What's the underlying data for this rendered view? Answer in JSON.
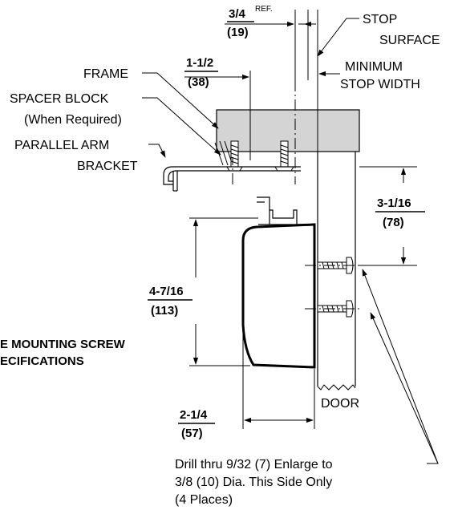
{
  "labels": {
    "dim_ref_value": "3/4",
    "dim_ref_suffix": "REF.",
    "dim_ref_mm": "(19)",
    "stop_surface_1": "STOP",
    "stop_surface_2": "SURFACE",
    "min_stop_1": "MINIMUM",
    "min_stop_2": "STOP WIDTH",
    "frame": "FRAME",
    "dim_1_1_2": "1-1/2",
    "dim_1_1_2_mm": "(38)",
    "spacer_1": "SPACER BLOCK",
    "spacer_2": "(When Required)",
    "pa_bracket_1": "PARALLEL ARM",
    "pa_bracket_2": "BRACKET",
    "dim_3_1_16": "3-1/16",
    "dim_3_1_16_mm": "(78)",
    "dim_4_7_16": "4-7/16",
    "dim_4_7_16_mm": "(113)",
    "screw_spec_1": "E MOUNTING SCREW",
    "screw_spec_2": "ECIFICATIONS",
    "door": "DOOR",
    "dim_2_1_4": "2-1/4",
    "dim_2_1_4_mm": "(57)",
    "drill_1": "Drill thru 9/32 (7) Enlarge to",
    "drill_2": "3/8 (10) Dia. This Side Only",
    "drill_3": "(4 Places)"
  }
}
